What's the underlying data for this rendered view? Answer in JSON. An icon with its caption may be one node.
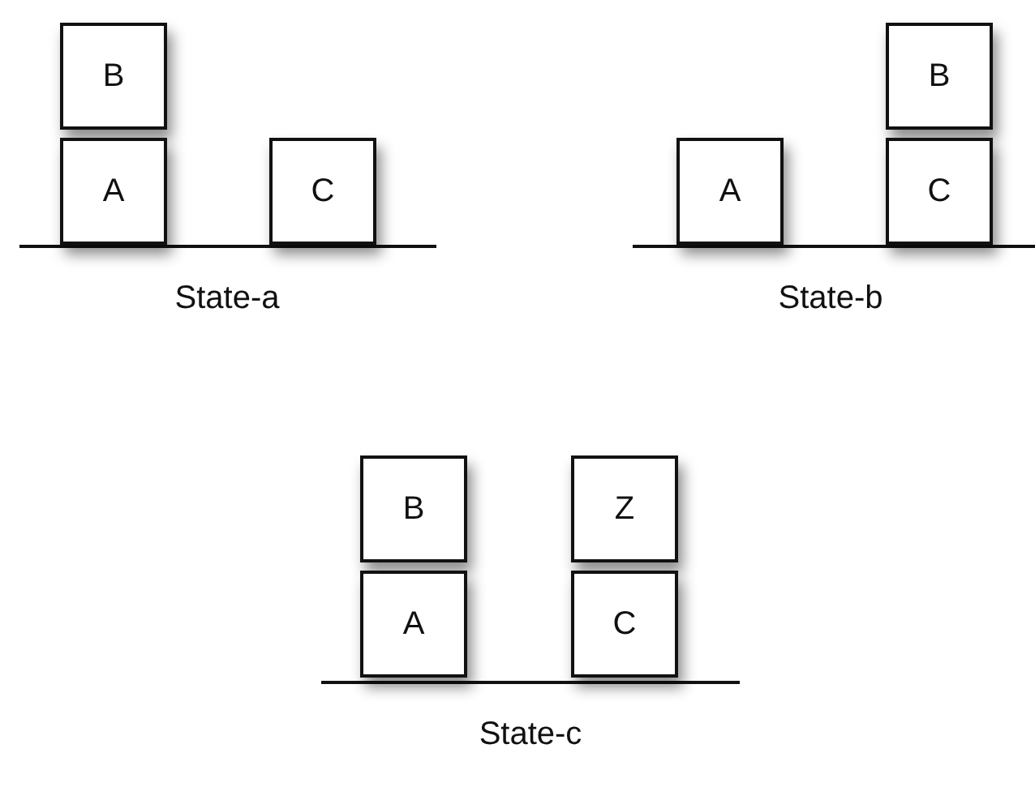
{
  "diagram": {
    "nodes": [
      {
        "text": [
          "B"
        ]
      },
      {
        "text": [
          "A"
        ]
      },
      {
        "text": [
          "C"
        ]
      },
      {
        "text": [
          "B"
        ]
      },
      {
        "text": [
          "A"
        ]
      },
      {
        "text": [
          "C"
        ]
      },
      {
        "text": [
          "B"
        ]
      },
      {
        "text": [
          "Z"
        ]
      },
      {
        "text": [
          "A"
        ]
      },
      {
        "text": [
          "C"
        ]
      }
    ],
    "labels": [
      "State-a",
      "State-b",
      "State-c"
    ]
  }
}
